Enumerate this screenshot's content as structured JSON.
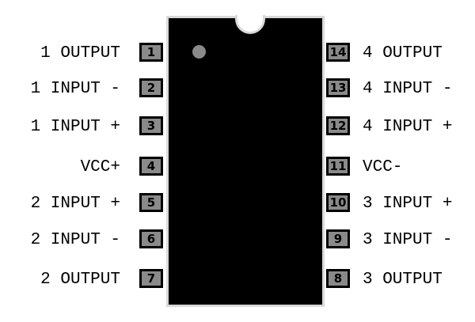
{
  "left_pins": [
    {
      "num": "1",
      "label": "1 OUTPUT"
    },
    {
      "num": "2",
      "label": "1 INPUT -"
    },
    {
      "num": "3",
      "label": "1 INPUT +"
    },
    {
      "num": "4",
      "label": "VCC+"
    },
    {
      "num": "5",
      "label": "2 INPUT +"
    },
    {
      "num": "6",
      "label": "2 INPUT -"
    },
    {
      "num": "7",
      "label": "2 OUTPUT"
    }
  ],
  "right_pins": [
    {
      "num": "14",
      "label": "4 OUTPUT"
    },
    {
      "num": "13",
      "label": "4 INPUT -"
    },
    {
      "num": "12",
      "label": "4 INPUT +"
    },
    {
      "num": "11",
      "label": "VCC-"
    },
    {
      "num": "10",
      "label": "3 INPUT +"
    },
    {
      "num": "9",
      "label": "3 INPUT -"
    },
    {
      "num": "8",
      "label": "3 OUTPUT"
    }
  ],
  "colors": {
    "body": "#000000",
    "pin": "#8a8a8a",
    "dot": "#8a8a8a",
    "outline": "#d9d9d9"
  }
}
